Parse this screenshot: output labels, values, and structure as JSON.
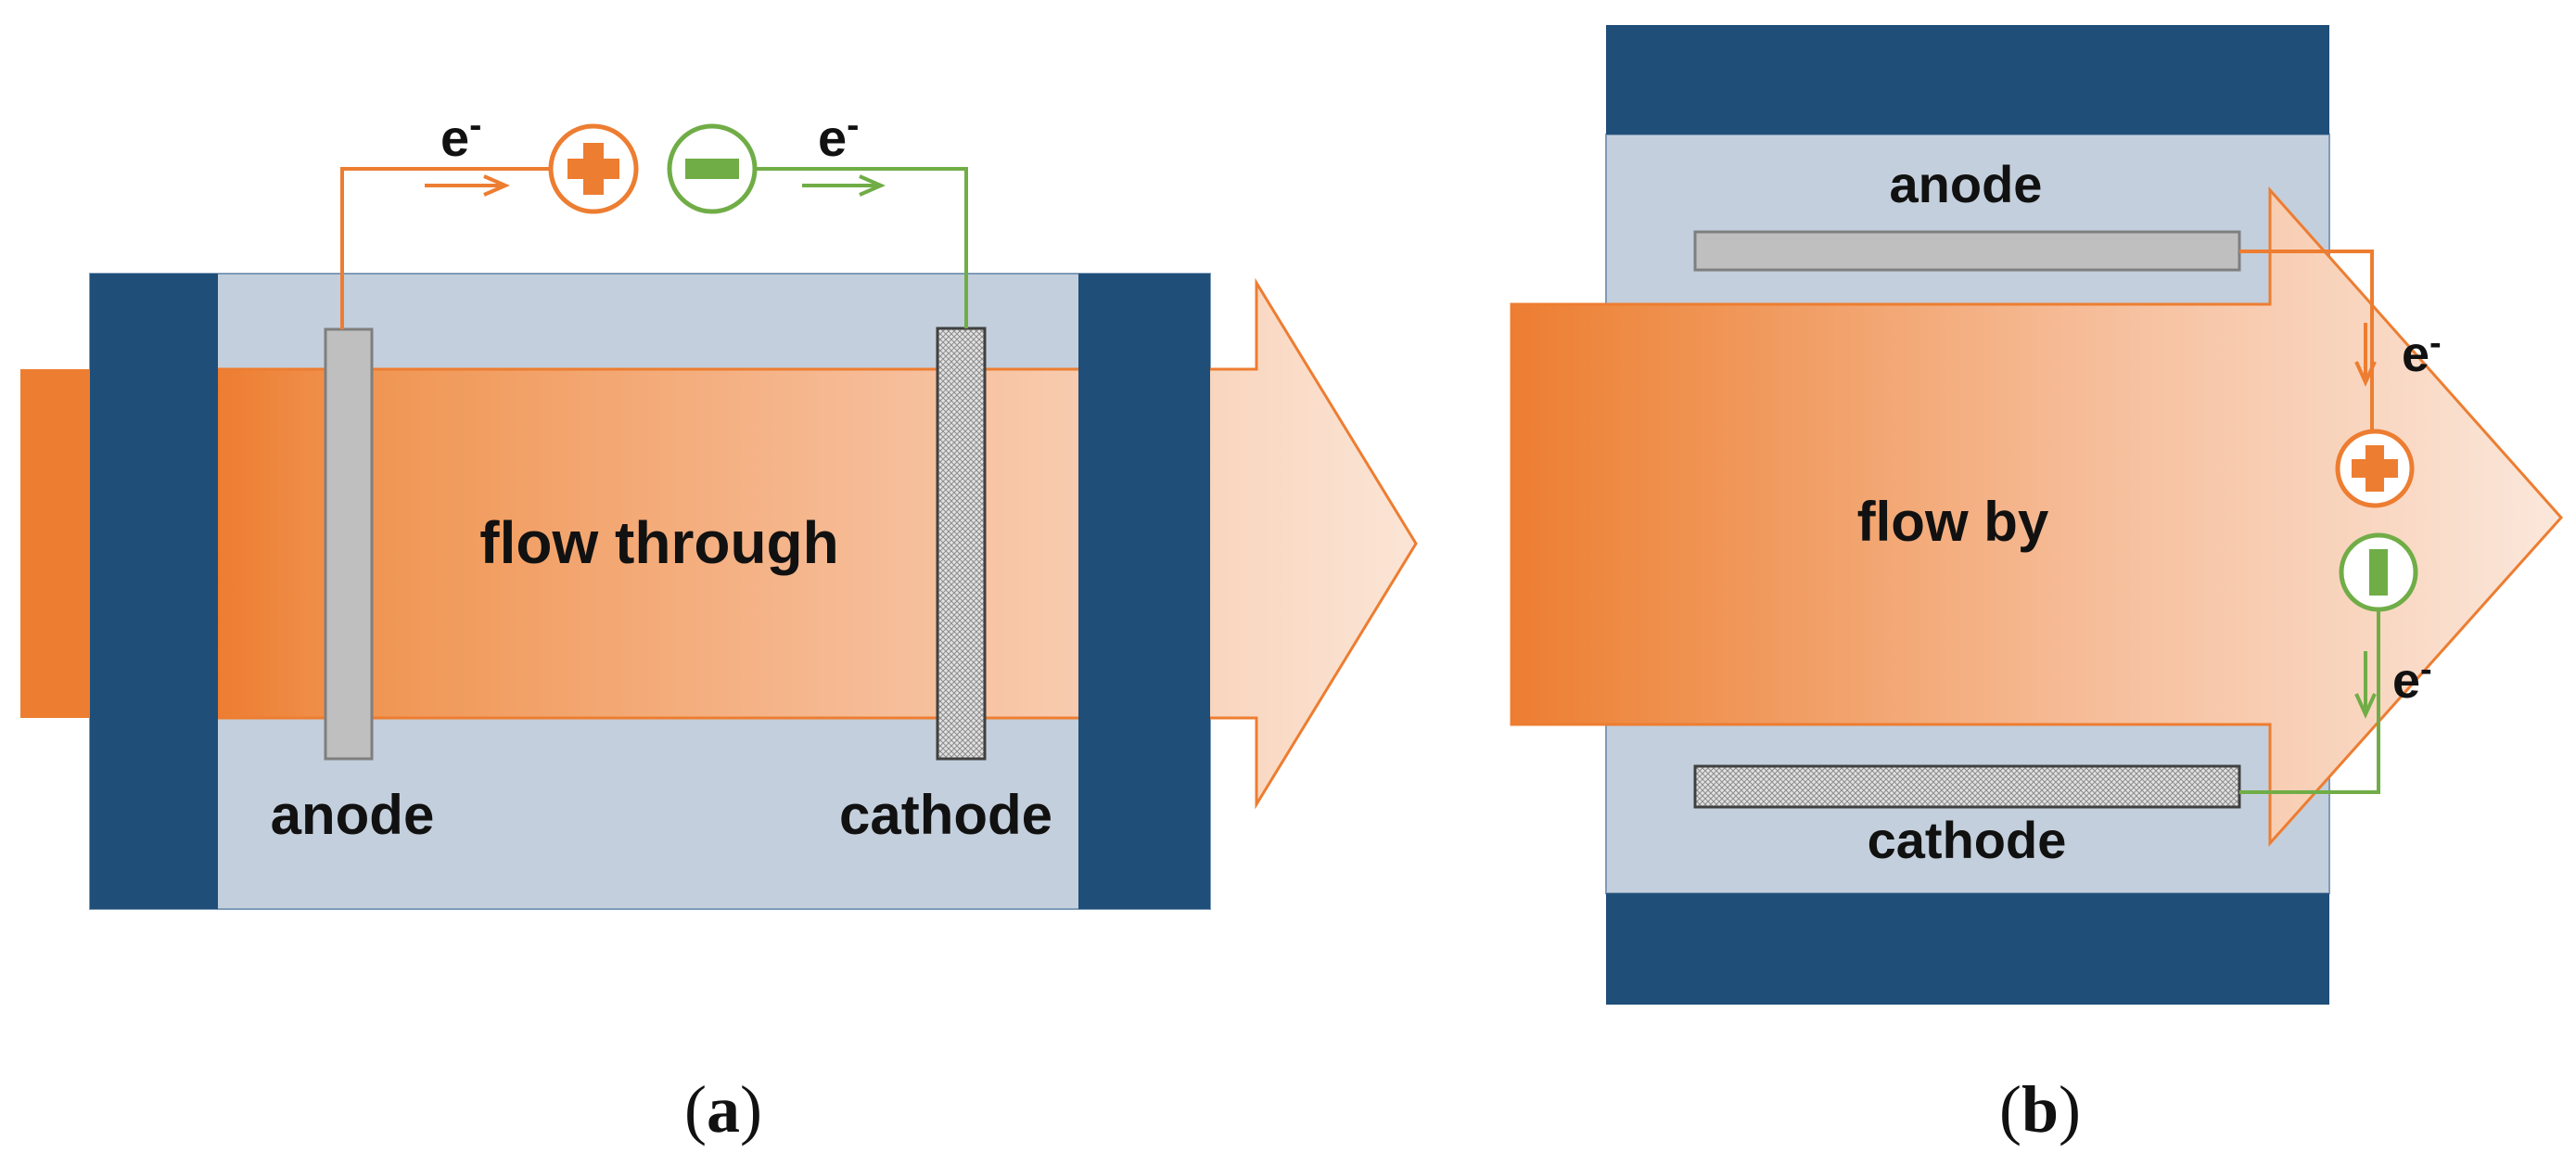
{
  "panel_a": {
    "center_label": "flow through",
    "anode_label": "anode",
    "cathode_label": "cathode",
    "electron_left": "e",
    "electron_right": "e",
    "electron_superscript": "-",
    "caption_open": "(",
    "caption_letter": "a",
    "caption_close": ")"
  },
  "panel_b": {
    "center_label": "flow by",
    "anode_label": "anode",
    "cathode_label": "cathode",
    "electron_top": "e",
    "electron_bottom": "e",
    "electron_superscript": "-",
    "caption_open": "(",
    "caption_letter": "b",
    "caption_close": ")"
  },
  "colors": {
    "frame": "#1f4e79",
    "cell": "#c3cfdc",
    "flow_start": "#ed7d31",
    "flow_end": "#fbe3d4",
    "positive": "#ed7d31",
    "negative": "#70ad47",
    "electrode": "#bfbfbf",
    "electrode_border": "#7f7f7f"
  },
  "icons": {
    "positive_terminal": "plus-circle-icon",
    "negative_terminal": "minus-circle-icon",
    "electron_arrow": "arrow-icon"
  }
}
